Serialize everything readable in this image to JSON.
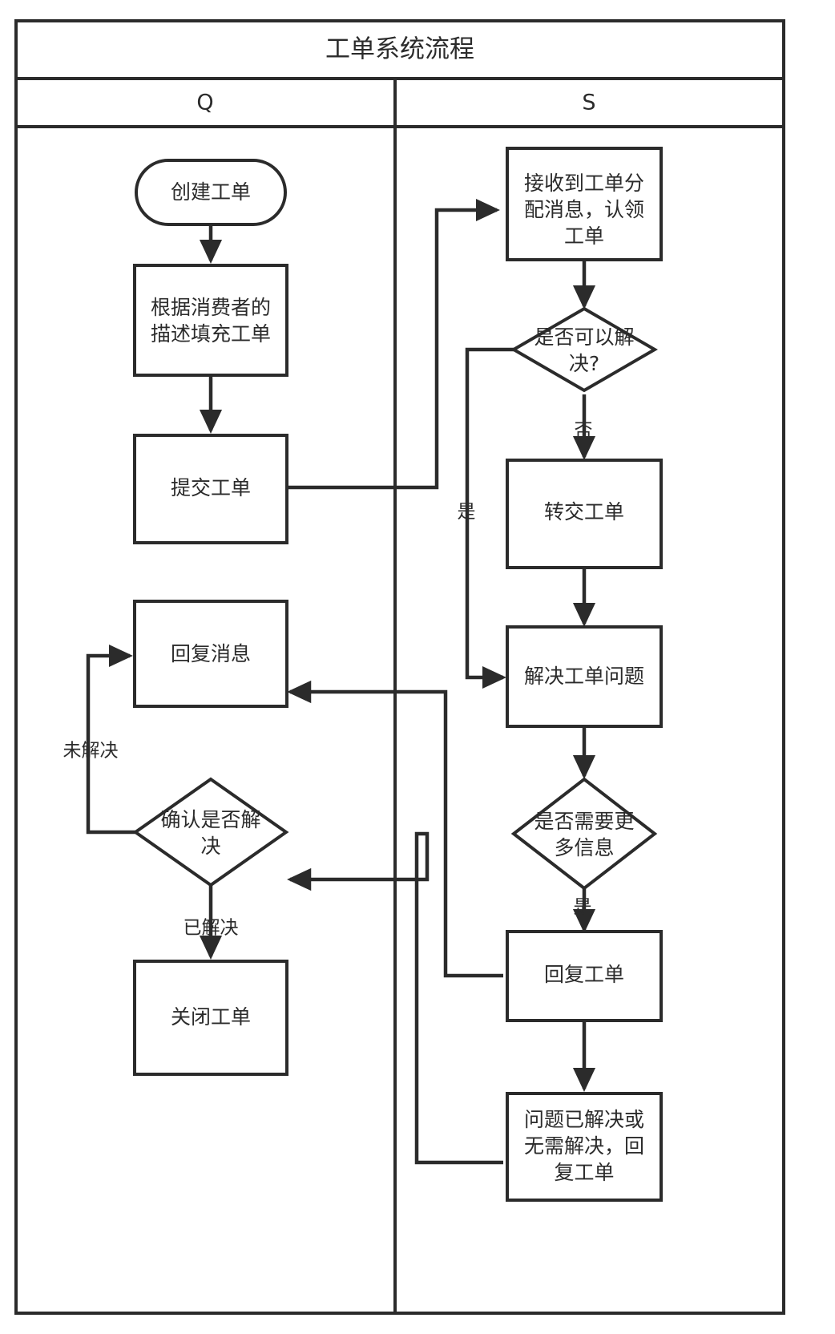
{
  "diagram": {
    "title": "工单系统流程",
    "type": "swimlane-flowchart",
    "lanes": [
      {
        "id": "lane-q",
        "label": "Q"
      },
      {
        "id": "lane-s",
        "label": "S"
      }
    ],
    "nodes": {
      "create_ticket": {
        "label": "创建工单",
        "shape": "terminator",
        "lane": "Q"
      },
      "fill_ticket": {
        "label": "根据消费者的\n描述填充工单",
        "shape": "process",
        "lane": "Q"
      },
      "submit_ticket": {
        "label": "提交工单",
        "shape": "process",
        "lane": "Q"
      },
      "reply_message": {
        "label": "回复消息",
        "shape": "process",
        "lane": "Q"
      },
      "confirm_resolved": {
        "label": "确认是否解\n决",
        "shape": "decision",
        "lane": "Q"
      },
      "close_ticket": {
        "label": "关闭工单",
        "shape": "process",
        "lane": "Q"
      },
      "receive_assign": {
        "label": "接收到工单分\n配消息，认领\n工单",
        "shape": "process",
        "lane": "S"
      },
      "can_resolve": {
        "label": "是否可以解\n决?",
        "shape": "decision",
        "lane": "S"
      },
      "transfer_ticket": {
        "label": "转交工单",
        "shape": "process",
        "lane": "S"
      },
      "resolve_problem": {
        "label": "解决工单问题",
        "shape": "process",
        "lane": "S"
      },
      "need_more_info": {
        "label": "是否需要更\n多信息",
        "shape": "decision",
        "lane": "S"
      },
      "reply_ticket": {
        "label": "回复工单",
        "shape": "process",
        "lane": "S"
      },
      "resolved_or_none": {
        "label": "问题已解决或\n无需解决，回\n复工单",
        "shape": "process",
        "lane": "S"
      }
    },
    "node_lines": {
      "create_ticket": [
        "创建工单"
      ],
      "fill_ticket": [
        "根据消费者的",
        "描述填充工单"
      ],
      "submit_ticket": [
        "提交工单"
      ],
      "reply_message": [
        "回复消息"
      ],
      "confirm_resolved": [
        "确认是否解",
        "决"
      ],
      "close_ticket": [
        "关闭工单"
      ],
      "receive_assign": [
        "接收到工单分",
        "配消息，认领",
        "工单"
      ],
      "can_resolve": [
        "是否可以解",
        "决?"
      ],
      "transfer_ticket": [
        "转交工单"
      ],
      "resolve_problem": [
        "解决工单问题"
      ],
      "need_more_info": [
        "是否需要更",
        "多信息"
      ],
      "reply_ticket": [
        "回复工单"
      ],
      "resolved_or_none": [
        "问题已解决或",
        "无需解决，回",
        "复工单"
      ]
    },
    "edge_labels": {
      "can_resolve_no": "否",
      "can_resolve_yes": "是",
      "need_more_info_yes": "是",
      "confirm_unresolved": "未解决",
      "confirm_resolved_yes": "已解决"
    },
    "edges": [
      {
        "from": "create_ticket",
        "to": "fill_ticket",
        "label": ""
      },
      {
        "from": "fill_ticket",
        "to": "submit_ticket",
        "label": ""
      },
      {
        "from": "submit_ticket",
        "to": "receive_assign",
        "label": ""
      },
      {
        "from": "receive_assign",
        "to": "can_resolve",
        "label": ""
      },
      {
        "from": "can_resolve",
        "to": "transfer_ticket",
        "label": "否"
      },
      {
        "from": "can_resolve",
        "to": "resolve_problem",
        "label": "是"
      },
      {
        "from": "transfer_ticket",
        "to": "resolve_problem",
        "label": ""
      },
      {
        "from": "resolve_problem",
        "to": "need_more_info",
        "label": ""
      },
      {
        "from": "need_more_info",
        "to": "reply_ticket",
        "label": "是"
      },
      {
        "from": "reply_ticket",
        "to": "resolved_or_none",
        "label": ""
      },
      {
        "from": "reply_ticket",
        "to": "reply_message",
        "label": ""
      },
      {
        "from": "resolved_or_none",
        "to": "confirm_resolved",
        "label": ""
      },
      {
        "from": "confirm_resolved",
        "to": "reply_message",
        "label": "未解决"
      },
      {
        "from": "confirm_resolved",
        "to": "close_ticket",
        "label": "已解决"
      }
    ],
    "colors": {
      "stroke": "#2b2b2b",
      "fill": "#ffffff",
      "text": "#2b2b2b"
    }
  }
}
